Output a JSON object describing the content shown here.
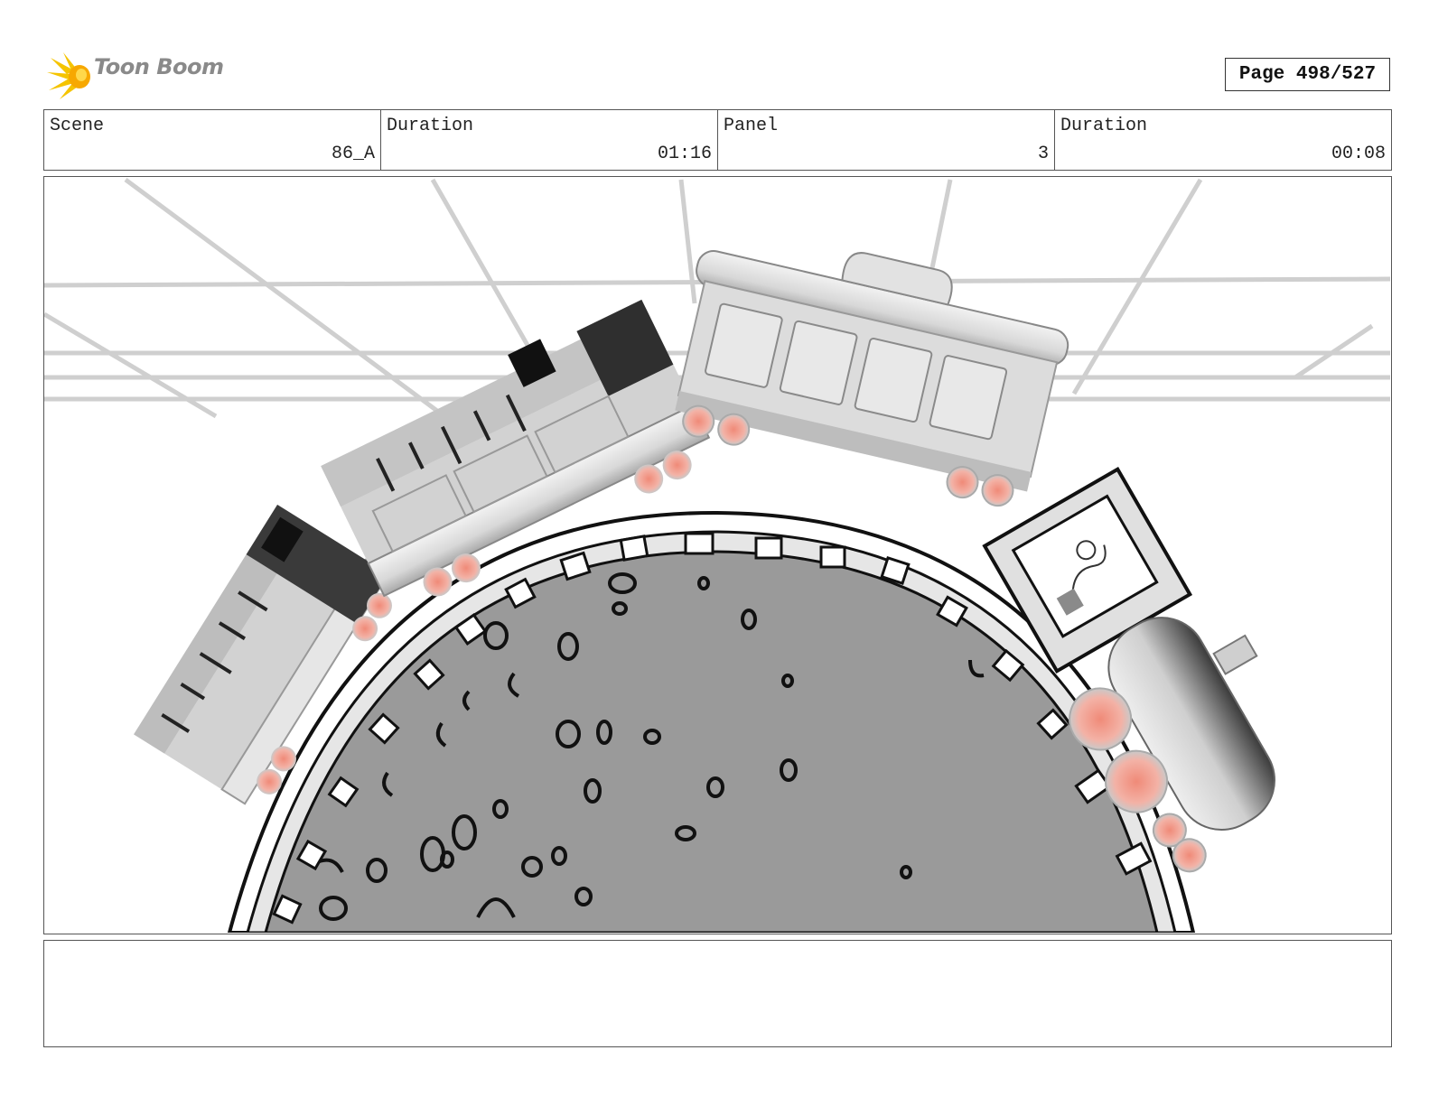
{
  "header": {
    "logo_text": "Toon Boom",
    "page_label": "Page 498/527"
  },
  "info": {
    "scene_label": "Scene",
    "scene_value": "86_A",
    "scene_duration_label": "Duration",
    "scene_duration_value": "01:16",
    "panel_label": "Panel",
    "panel_value": "3",
    "panel_duration_label": "Duration",
    "panel_duration_value": "00:08"
  },
  "colors": {
    "logo_accent": "#f5c400",
    "track_fill": "#9a9a9a",
    "wheel_accent": "#f08a78",
    "grid_line": "#cfcfcf"
  },
  "notes": {
    "text": ""
  }
}
